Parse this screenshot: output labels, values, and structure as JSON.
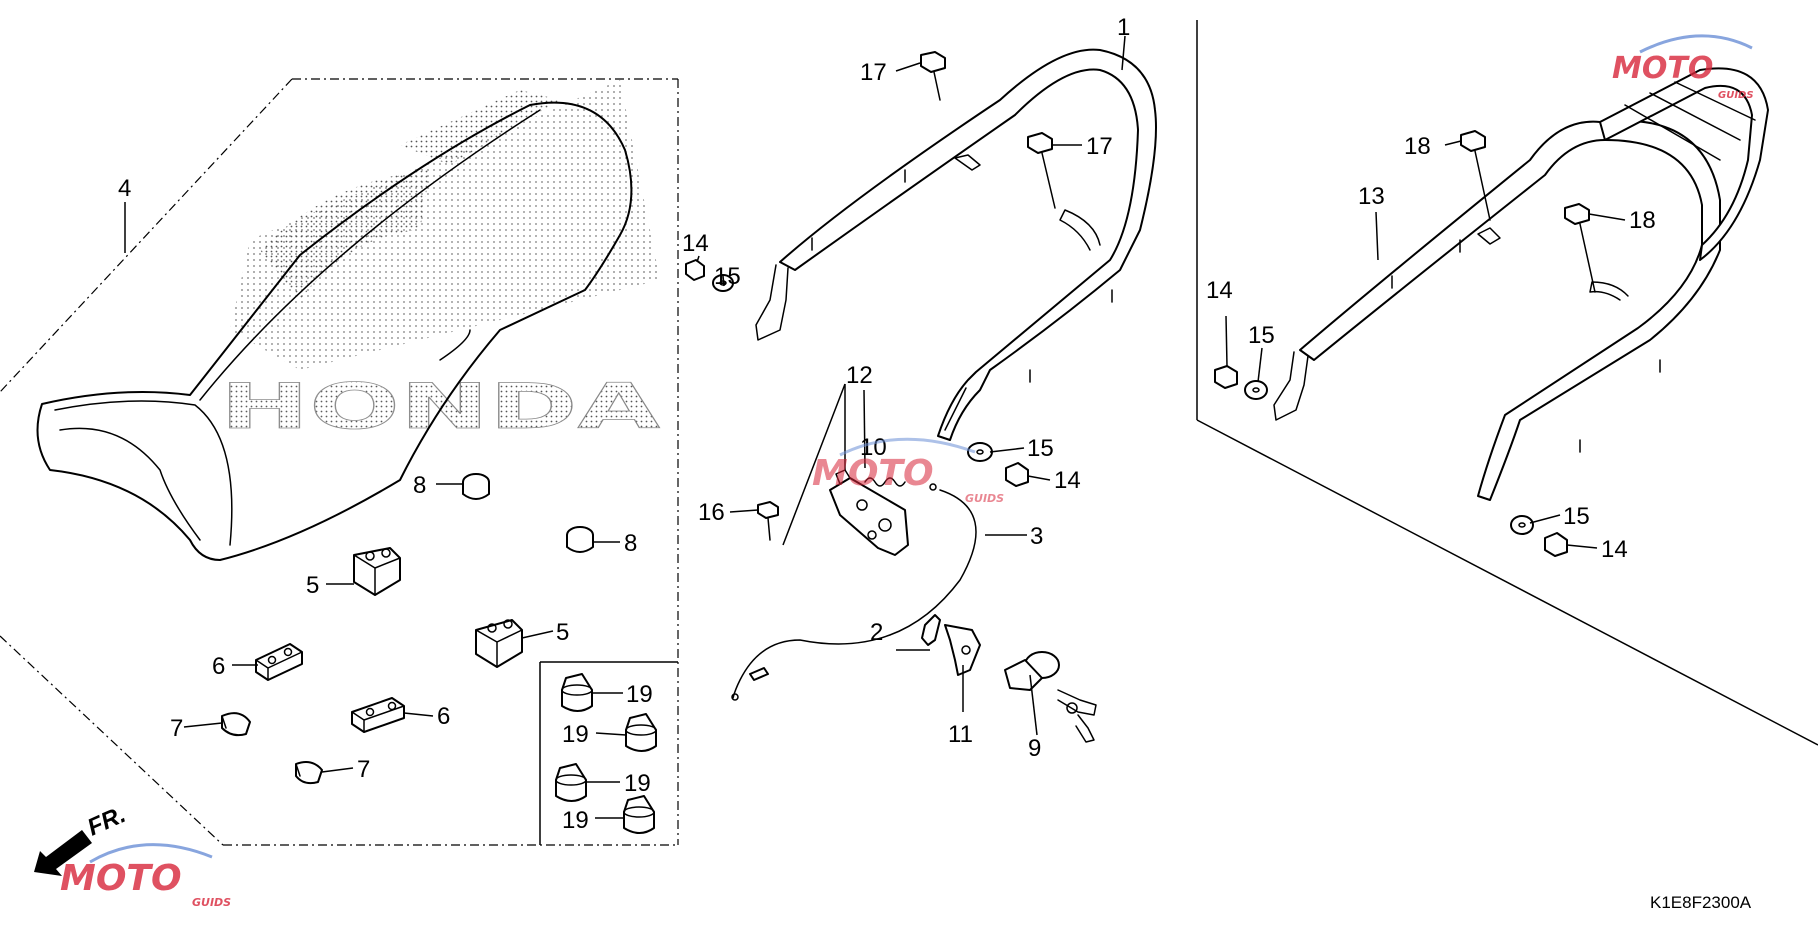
{
  "diagram_code": "K1E8F2300A",
  "front_marker": "FR.",
  "watermark": {
    "brand": "MOTO",
    "sub": "GUIDS",
    "colors": {
      "red": "#d8263a",
      "blue": "#6b8fd6",
      "gray": "#9a9a9a"
    }
  },
  "seat_logo_text": "HONDA",
  "callouts": {
    "c1": "1",
    "c2": "2",
    "c3": "3",
    "c4": "4",
    "c5a": "5",
    "c5b": "5",
    "c6a": "6",
    "c6b": "6",
    "c7a": "7",
    "c7b": "7",
    "c8a": "8",
    "c8b": "8",
    "c9": "9",
    "c10": "10",
    "c11": "11",
    "c12": "12",
    "c13": "13",
    "c14a": "14",
    "c14b": "14",
    "c14c": "14",
    "c14d": "14",
    "c15a": "15",
    "c15b": "15",
    "c15c": "15",
    "c15d": "15",
    "c16": "16",
    "c17a": "17",
    "c17b": "17",
    "c18a": "18",
    "c18b": "18",
    "c19a": "19",
    "c19b": "19",
    "c19c": "19",
    "c19d": "19"
  }
}
